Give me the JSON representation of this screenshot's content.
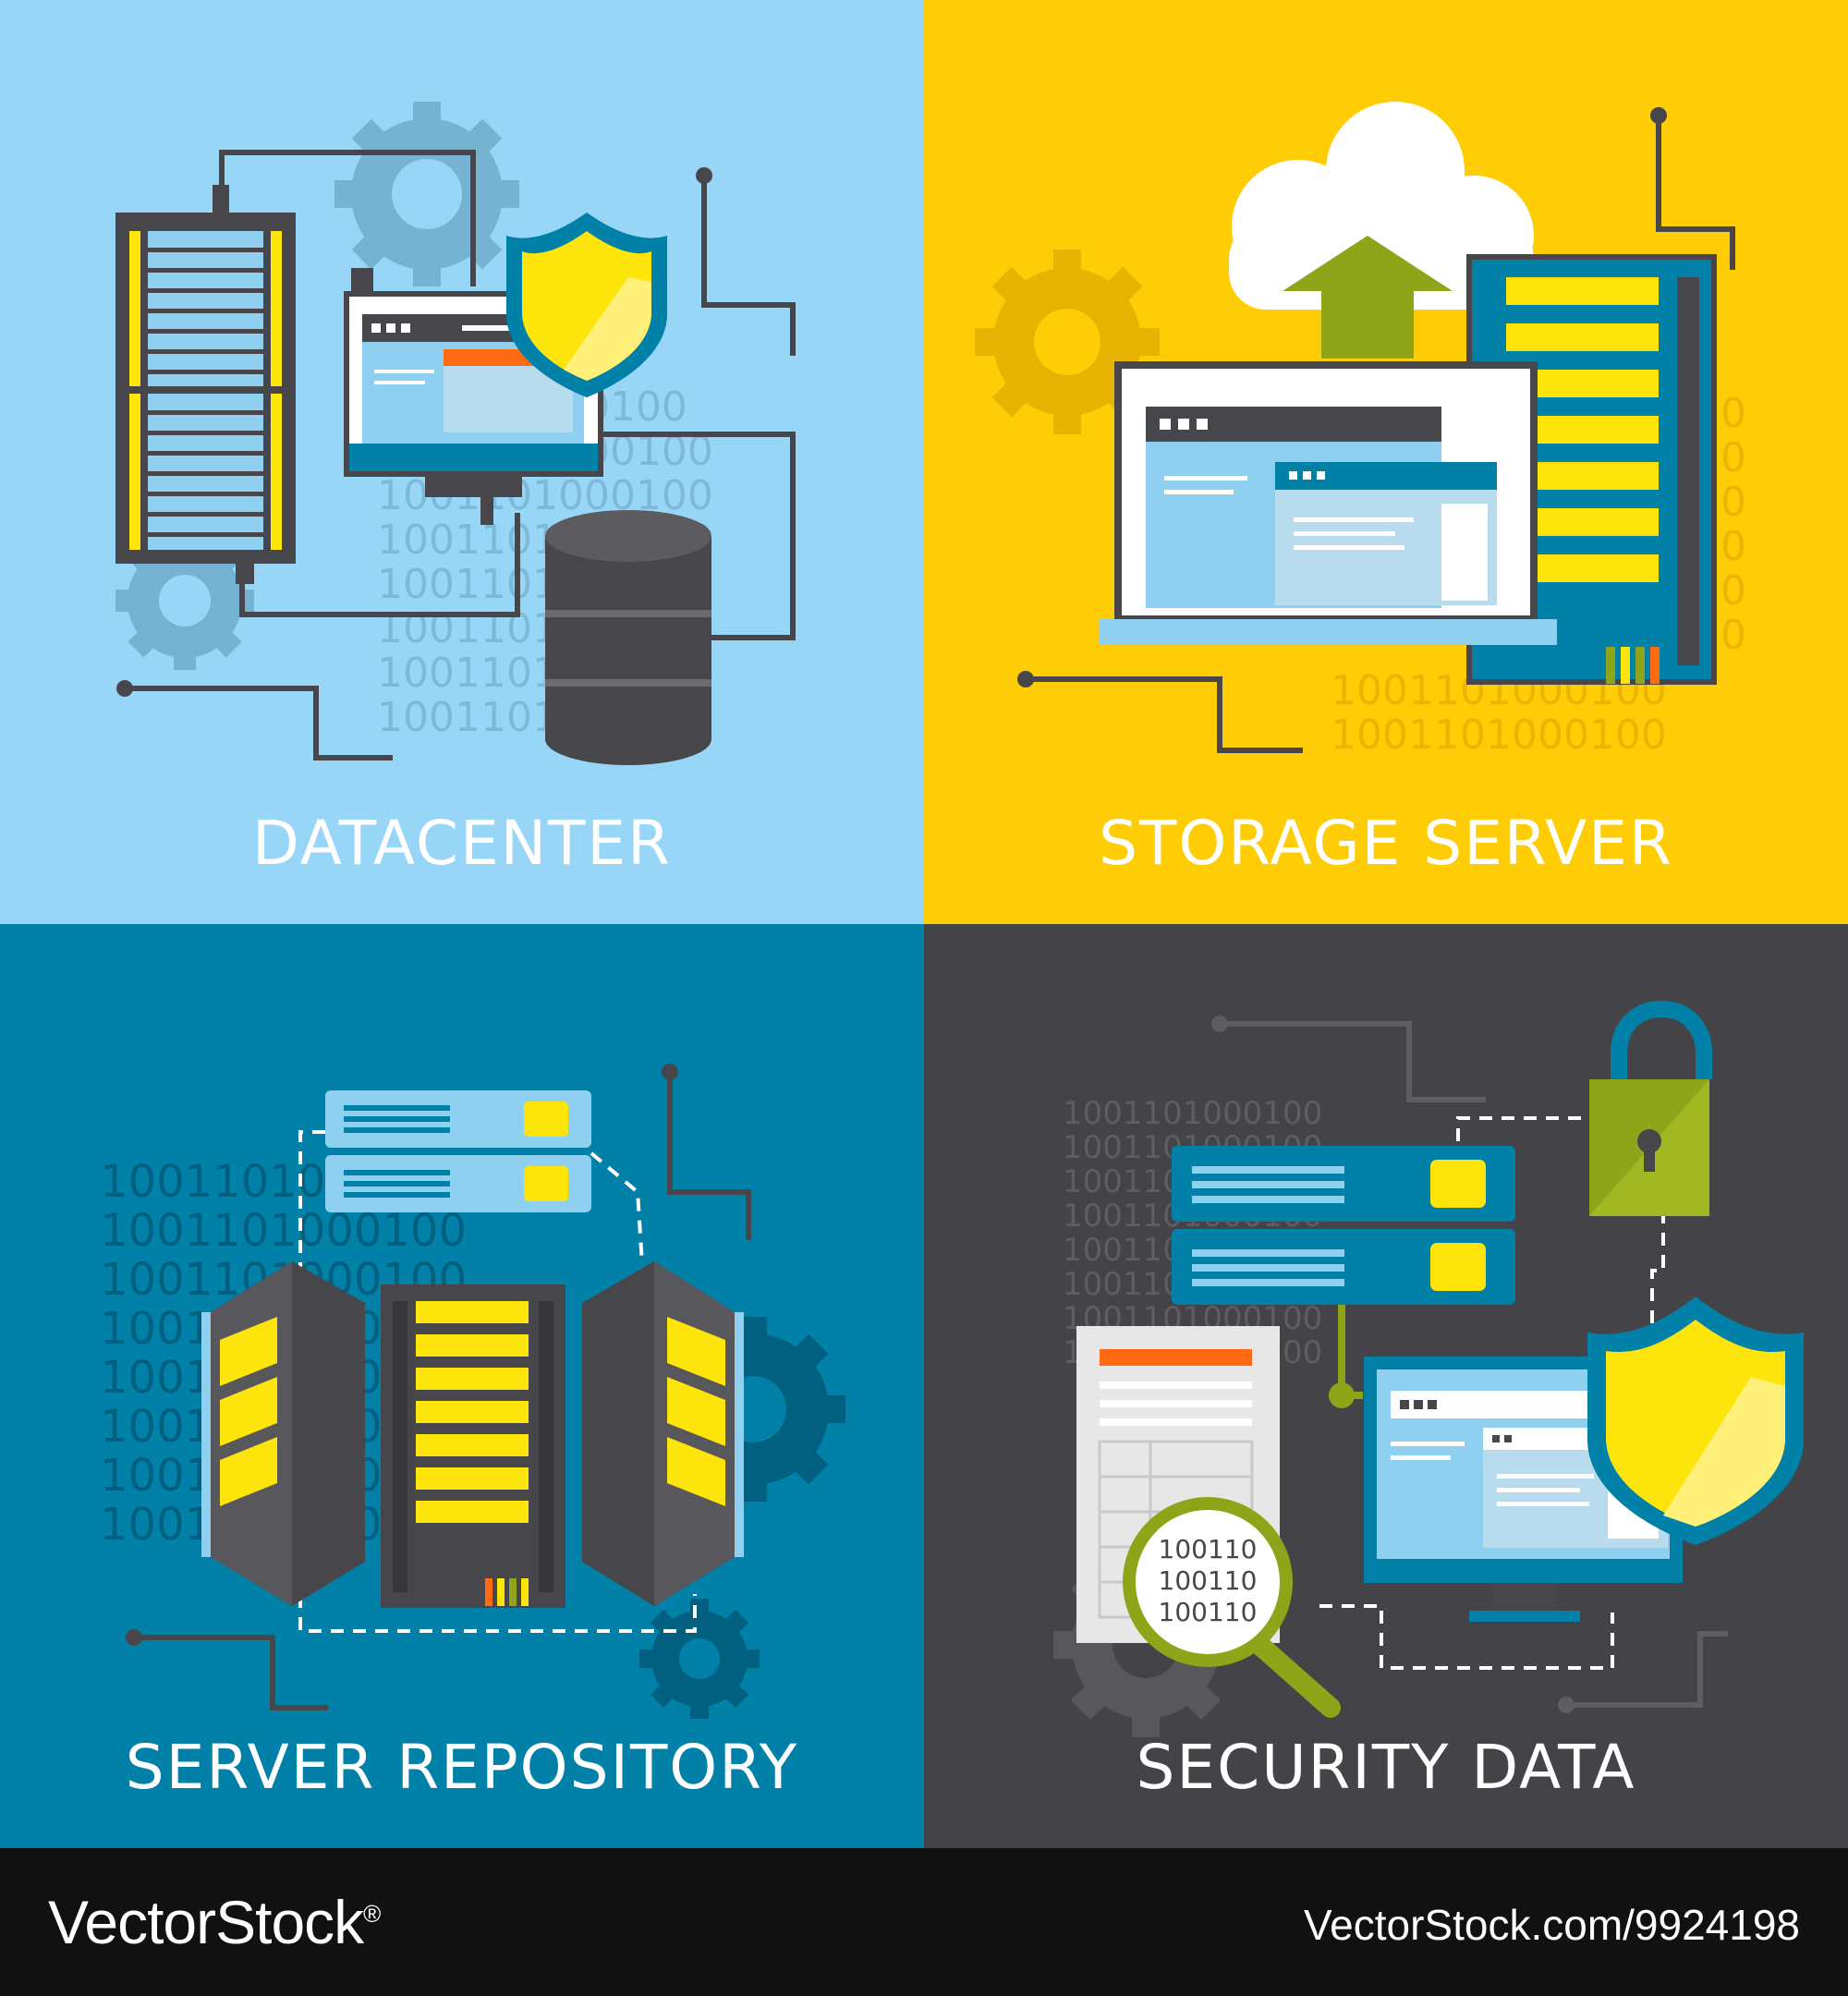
{
  "panels": {
    "datacenter": {
      "title": "DATACENTER",
      "bg": "#98d6f8",
      "binary": [
        "100110100100",
        "1001101000100",
        "1001101000100",
        "1001101000100",
        "1001101000100",
        "1001101000100",
        "1001101000100",
        "1001101000100"
      ]
    },
    "storage_server": {
      "title": "STORAGE SERVER",
      "bg": "#fecd06",
      "binary": [
        "1001101000100",
        "1001101000100"
      ]
    },
    "server_repository": {
      "title": "SERVER REPOSITORY",
      "bg": "#0180a8",
      "binary": [
        "1001101000100",
        "1001101000100",
        "1001101000100",
        "1001101000100",
        "1001101000100",
        "1001101000100",
        "1001101000100",
        "1001101000100"
      ]
    },
    "security_data": {
      "title": "SECURITY DATA",
      "bg": "#444448",
      "binary": [
        "1001101000100",
        "1001101000100",
        "1001101000100",
        "1001101000100",
        "1001101000100",
        "1001101000100",
        "1001101000100",
        "1001101000100"
      ],
      "magnifier_lines": [
        "100110",
        "100110",
        "100110"
      ]
    }
  },
  "footer": {
    "brand": "VectorStock",
    "brand_mark": "®",
    "url": "VectorStock.com/9924198"
  },
  "colors": {
    "accent_yellow": "#fde40a",
    "accent_orange": "#ff6a13",
    "accent_green": "#8ea51a",
    "dark_gray": "#47474b"
  }
}
